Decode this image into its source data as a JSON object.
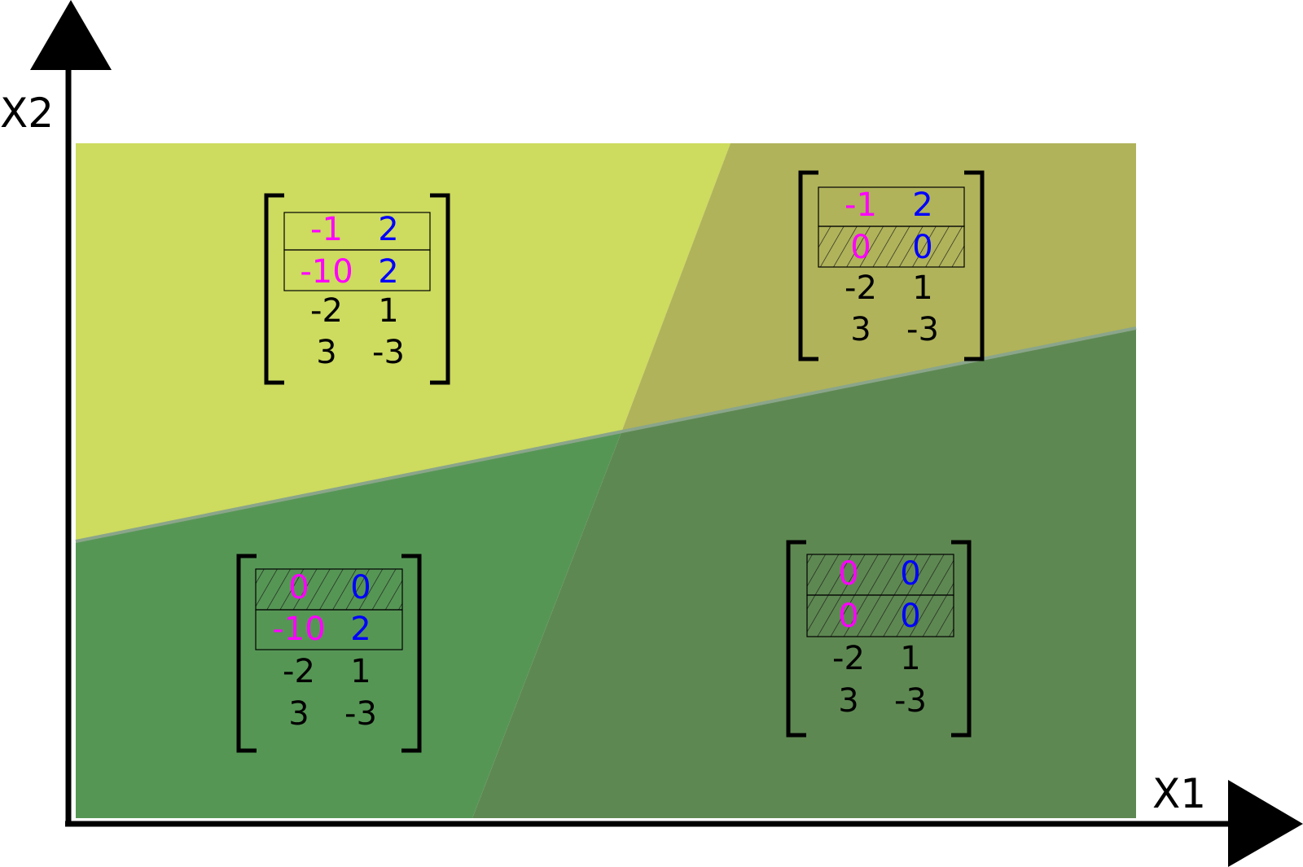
{
  "axes": {
    "x_label": "X1",
    "y_label": "X2"
  },
  "colors": {
    "region_top_left": "#cddb5f",
    "region_top_right": "#b0b35a",
    "region_bottom_left": "#569655",
    "region_bottom_right": "#5e8852",
    "boundary_line": "#8aa58a",
    "magenta_text": "#ff00ff",
    "blue_text": "#0000ff",
    "black_text": "#000000"
  },
  "matrices": {
    "top_left": {
      "rows": [
        [
          "-1",
          "2"
        ],
        [
          "-10",
          "2"
        ],
        [
          "-2",
          "1"
        ],
        [
          "3",
          "-3"
        ]
      ],
      "boxed_rows": [
        0,
        1
      ],
      "hatched_rows": []
    },
    "top_right": {
      "rows": [
        [
          "-1",
          "2"
        ],
        [
          "0",
          "0"
        ],
        [
          "-2",
          "1"
        ],
        [
          "3",
          "-3"
        ]
      ],
      "boxed_rows": [
        0,
        1
      ],
      "hatched_rows": [
        1
      ]
    },
    "bottom_left": {
      "rows": [
        [
          "0",
          "0"
        ],
        [
          "-10",
          "2"
        ],
        [
          "-2",
          "1"
        ],
        [
          "3",
          "-3"
        ]
      ],
      "boxed_rows": [
        0,
        1
      ],
      "hatched_rows": [
        0
      ]
    },
    "bottom_right": {
      "rows": [
        [
          "0",
          "0"
        ],
        [
          "0",
          "0"
        ],
        [
          "-2",
          "1"
        ],
        [
          "3",
          "-3"
        ]
      ],
      "boxed_rows": [
        0,
        1
      ],
      "hatched_rows": [
        0,
        1
      ]
    }
  }
}
